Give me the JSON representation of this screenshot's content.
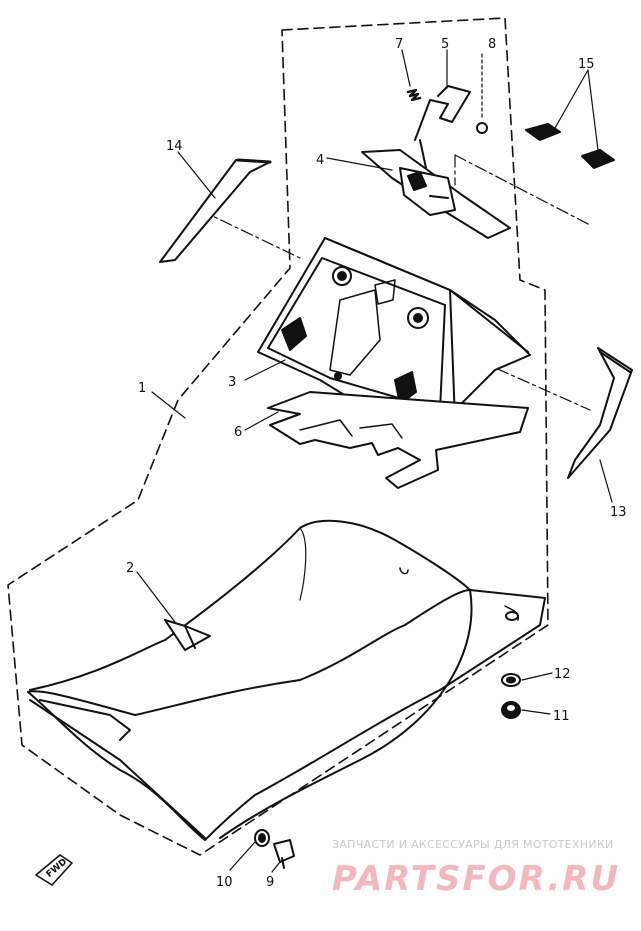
{
  "part_labels": {
    "p1": "1",
    "p2": "2",
    "p3": "3",
    "p4": "4",
    "p5": "5",
    "p6": "6",
    "p7": "7",
    "p8": "8",
    "p9": "9",
    "p10": "10",
    "p11": "11",
    "p12": "12",
    "p13": "13",
    "p14": "14",
    "p15": "15"
  },
  "fwd_mark": "FWD",
  "watermark": {
    "tagline": "ЗАПЧАСТИ И АКСЕССУАРЫ ДЛЯ МОТОТЕХНИКИ",
    "brand": "PARTSFOR.RU"
  }
}
